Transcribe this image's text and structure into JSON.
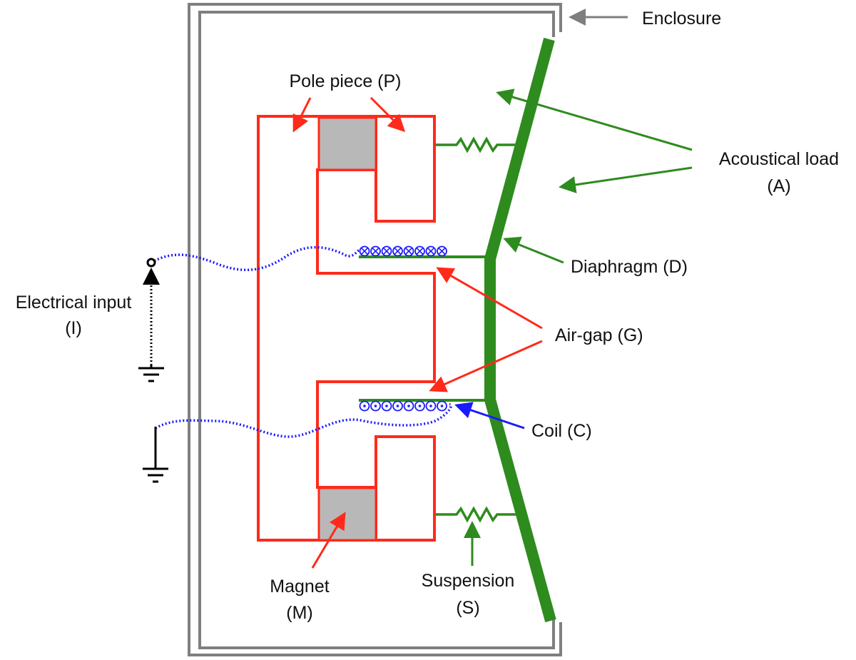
{
  "labels": {
    "enclosure": "Enclosure",
    "pole_piece": "Pole piece (P)",
    "acoustical_load_line1": "Acoustical load",
    "acoustical_load_line2": "(A)",
    "diaphragm": "Diaphragm (D)",
    "electrical_input_line1": "Electrical input",
    "electrical_input_line2": "(I)",
    "air_gap": "Air-gap (G)",
    "coil": "Coil (C)",
    "magnet_line1": "Magnet",
    "magnet_line2": "(M)",
    "suspension_line1": "Suspension",
    "suspension_line2": "(S)"
  },
  "colors": {
    "enclosure": "#7f7f7f",
    "magnetic_circuit": "#ff2a1a",
    "magnet_fill": "#b8b8b8",
    "diaphragm": "#2e8b1e",
    "coil_wire": "#1a1aff",
    "ground": "#000000",
    "text": "#111111"
  },
  "icons": {
    "coil_top": "cross-into-page-symbol",
    "coil_bottom": "dot-out-of-page-symbol",
    "ground": "ground-symbol",
    "spring": "zigzag-spring-symbol"
  }
}
